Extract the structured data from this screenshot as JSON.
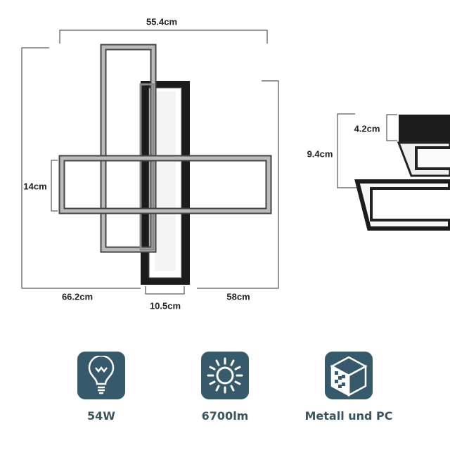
{
  "dimensions": {
    "width_top": "55.4cm",
    "height_left": "66.2cm",
    "height_right": "58cm",
    "bar_height": "14cm",
    "bar_width": "10.5cm",
    "base_depth": "4.2cm",
    "total_depth": "9.4cm"
  },
  "features": [
    {
      "icon": "lightbulb-icon",
      "label": "54W"
    },
    {
      "icon": "sun-icon",
      "label": "6700lm"
    },
    {
      "icon": "cube-icon",
      "label": "Metall und PC"
    }
  ],
  "colors": {
    "icon_bg": "#365a6b",
    "label": "#3a5463"
  }
}
